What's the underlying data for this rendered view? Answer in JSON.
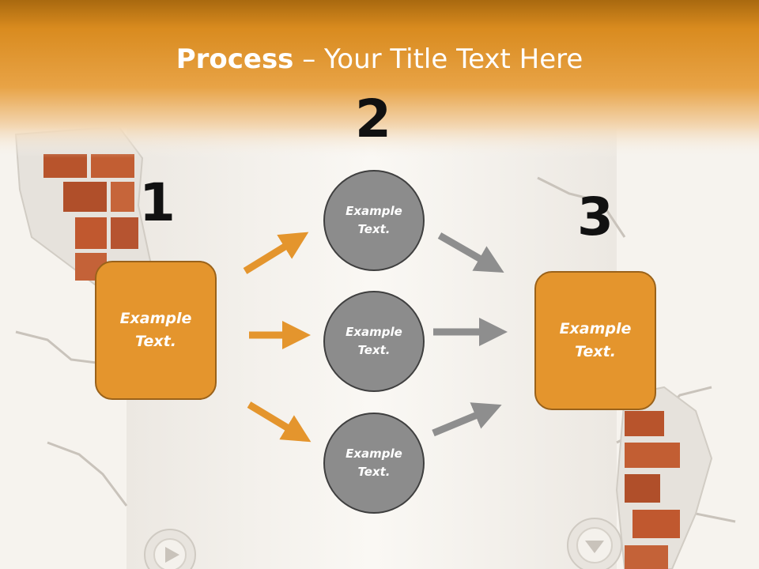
{
  "slide": {
    "title_bold": "Process",
    "title_rest": " – Your Title Text Here",
    "step_numbers": [
      "1",
      "2",
      "3"
    ],
    "left_box": "Example\nText.",
    "right_box": "Example\nText.",
    "circles": [
      "Example\nText.",
      "Example\nText.",
      "Example\nText."
    ]
  },
  "colors": {
    "header": "#e0921f",
    "box_fill": "#e4952d",
    "circle_fill": "#8c8c8c",
    "orange_arrow": "#e4952d",
    "gray_arrow": "#8e8e8e"
  }
}
